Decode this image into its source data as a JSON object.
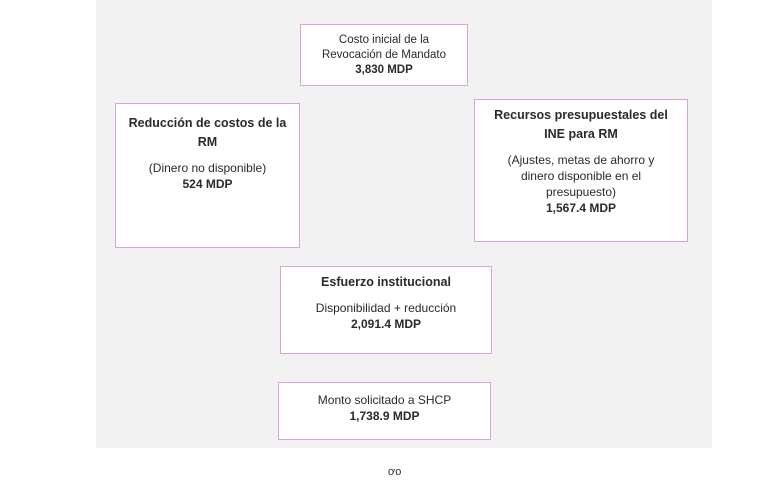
{
  "diagram": {
    "costo_inicial": {
      "line1": "Costo inicial de la",
      "line2": "Revocación de Mandato",
      "amount": "3,830 MDP"
    },
    "reduccion": {
      "title_line1": "Reducción de costos de la",
      "title_line2": "RM",
      "note": "(Dinero no disponible)",
      "amount": "524 MDP"
    },
    "recursos": {
      "title_line1": "Recursos presupuestales del",
      "title_line2": "INE para RM",
      "note_line1": "(Ajustes, metas de ahorro y",
      "note_line2": "dinero disponible en el",
      "note_line3": "presupuesto)",
      "amount": "1,567.4 MDP"
    },
    "esfuerzo": {
      "title": "Esfuerzo institucional",
      "note": "Disponibilidad + reducción",
      "amount": "2,091.4 MDP"
    },
    "monto": {
      "line1": "Monto solicitado a SHCP",
      "amount": "1,738.9 MDP"
    }
  },
  "footer": {
    "mark": "ơo"
  },
  "colors": {
    "box_border": "#d8a4d8",
    "panel_background": "#f2f2f2",
    "page_background": "#ffffff"
  }
}
